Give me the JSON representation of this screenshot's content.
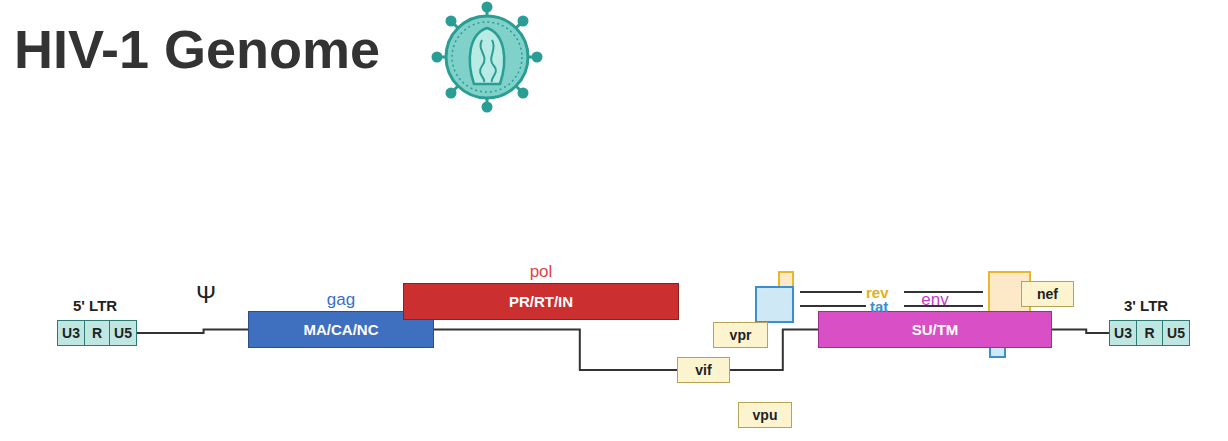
{
  "diagram": {
    "title": "HIV-1 Genome",
    "nodes": [
      {
        "text": [
          "U3"
        ]
      },
      {
        "text": [
          "R"
        ]
      },
      {
        "text": [
          "U5"
        ]
      },
      {
        "text": [
          "gag",
          "MA/CA/NC"
        ]
      },
      {
        "text": [
          "pol",
          "PR/RT/IN"
        ]
      },
      {
        "text": [
          "vpr"
        ]
      },
      {
        "text": [
          "vif"
        ]
      },
      {
        "text": [
          "vpu"
        ]
      },
      {
        "text": [
          "env",
          "SU/TM"
        ]
      },
      {
        "text": [
          "nef"
        ]
      },
      {
        "text": [
          "U3"
        ]
      },
      {
        "text": [
          "R"
        ]
      },
      {
        "text": [
          "U5"
        ]
      }
    ],
    "edges": [
      {
        "from": 2,
        "to": 3,
        "arrow": "none"
      },
      {
        "from": 3,
        "to": 6,
        "arrow": "none"
      },
      {
        "from": 6,
        "to": 8,
        "arrow": "none"
      },
      {
        "from": 8,
        "to": 10,
        "arrow": "none"
      }
    ],
    "labels": [
      "5' LTR",
      "Ψ",
      "rev",
      "tat",
      "3' LTR"
    ]
  }
}
